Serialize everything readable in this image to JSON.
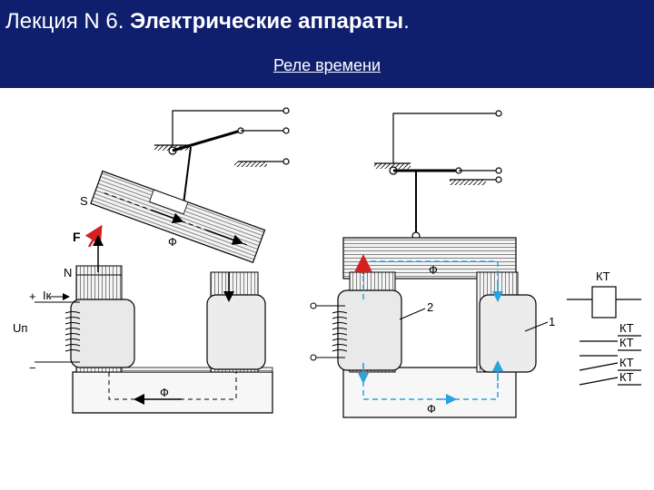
{
  "header": {
    "title_prefix": "Лекция N 6. ",
    "title_bold": "Электрические аппараты",
    "title_suffix": ".",
    "subtitle": "Реле времени"
  },
  "diagram": {
    "left": {
      "pole_s": "S",
      "pole_n": "N",
      "force": "F",
      "flux_top": "Ф",
      "flux_bottom": "Ф",
      "current": "Iк",
      "voltage": "Uп",
      "plus": "+",
      "minus": "−"
    },
    "right": {
      "flux_top": "Ф",
      "flux_bottom": "Ф",
      "callout_2": "2",
      "callout_1": "1"
    },
    "contacts": {
      "coil_label": "КТ",
      "contact_labels": [
        "КТ",
        "КТ",
        "КТ",
        "КТ"
      ]
    },
    "colors": {
      "header_bg": "#0f1f6e",
      "force_arrow": "#d42020",
      "flux_right": "#29a3df"
    }
  }
}
